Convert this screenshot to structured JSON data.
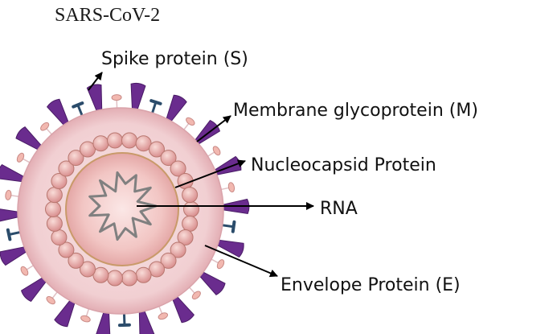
{
  "title": "SARS-CoV-2",
  "labels": {
    "spike": "Spike protein (S)",
    "membrane": "Membrane glycoprotein (M)",
    "nucleocapsid": "Nucleocapsid Protein",
    "rna": "RNA",
    "envelope": "Envelope Protein (E)"
  },
  "colors": {
    "spike": "#6a2c8e",
    "envelope_protein": "#2b4c6b",
    "membrane_glycoprotein": "#f2b8b0",
    "membrane": "#f3d2d4",
    "nucleocapsid_bead": "#e8a8a6",
    "rna": "#808080",
    "arrow": "#000000"
  }
}
